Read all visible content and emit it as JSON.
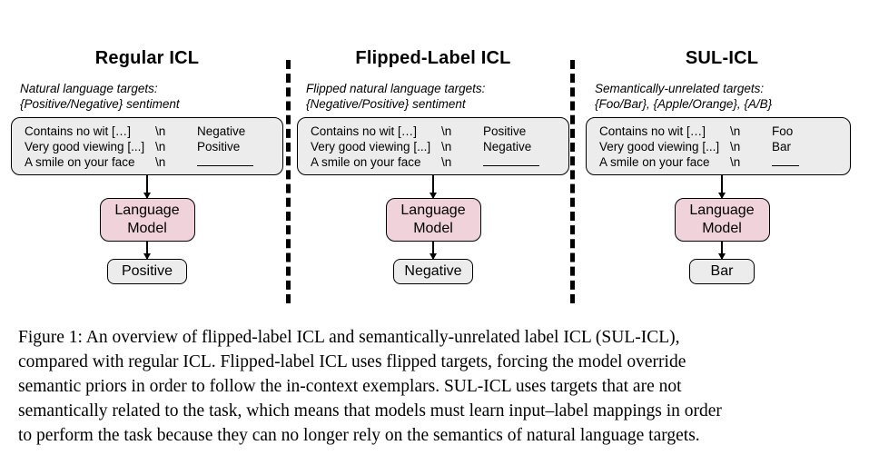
{
  "figure": {
    "columns": [
      {
        "key": "regular-icl",
        "title": "Regular ICL",
        "subtitle": "Natural language targets:\n{Positive/Negative} sentiment",
        "exemplars": [
          {
            "input": "Contains no wit […]",
            "separator": "\\n",
            "target": "Negative"
          },
          {
            "input": "Very good viewing [...]",
            "separator": "\\n",
            "target": "Positive"
          },
          {
            "input": "A smile on your face",
            "separator": "\\n",
            "target": ""
          }
        ],
        "model_label": "Language\nModel",
        "output": "Positive"
      },
      {
        "key": "flipped-label-icl",
        "title": "Flipped-Label ICL",
        "subtitle": "Flipped natural language targets:\n{Negative/Positive} sentiment",
        "exemplars": [
          {
            "input": "Contains no wit […]",
            "separator": "\\n",
            "target": "Positive"
          },
          {
            "input": "Very good viewing [...]",
            "separator": "\\n",
            "target": "Negative"
          },
          {
            "input": "A smile on your face",
            "separator": "\\n",
            "target": ""
          }
        ],
        "model_label": "Language\nModel",
        "output": "Negative"
      },
      {
        "key": "sul-icl",
        "title": "SUL-ICL",
        "subtitle": "Semantically-unrelated targets:\n{Foo/Bar}, {Apple/Orange}, {A/B}",
        "exemplars": [
          {
            "input": "Contains no wit […]",
            "separator": "\\n",
            "target": "Foo"
          },
          {
            "input": "Very good viewing [...]",
            "separator": "\\n",
            "target": "Bar"
          },
          {
            "input": "A smile on your face",
            "separator": "\\n",
            "target": ""
          }
        ],
        "model_label": "Language\nModel",
        "output": "Bar"
      }
    ],
    "colors": {
      "model_box_fill": "#f0d2da",
      "prompt_box_fill": "#ececec",
      "output_box_fill": "#ececec",
      "stroke": "#000000",
      "page_background": "#ffffff"
    }
  },
  "caption": {
    "lines": [
      "Figure 1:  An overview of flipped-label ICL and semantically-unrelated label ICL (SUL-ICL),",
      "compared with regular ICL. Flipped-label ICL uses flipped targets, forcing the model override",
      "semantic priors in order to follow the in-context exemplars.  SUL-ICL uses targets that are not",
      "semantically related to the task, which means that models must learn input–label mappings in order",
      "to perform the task because they can no longer rely on the semantics of natural language targets."
    ]
  }
}
